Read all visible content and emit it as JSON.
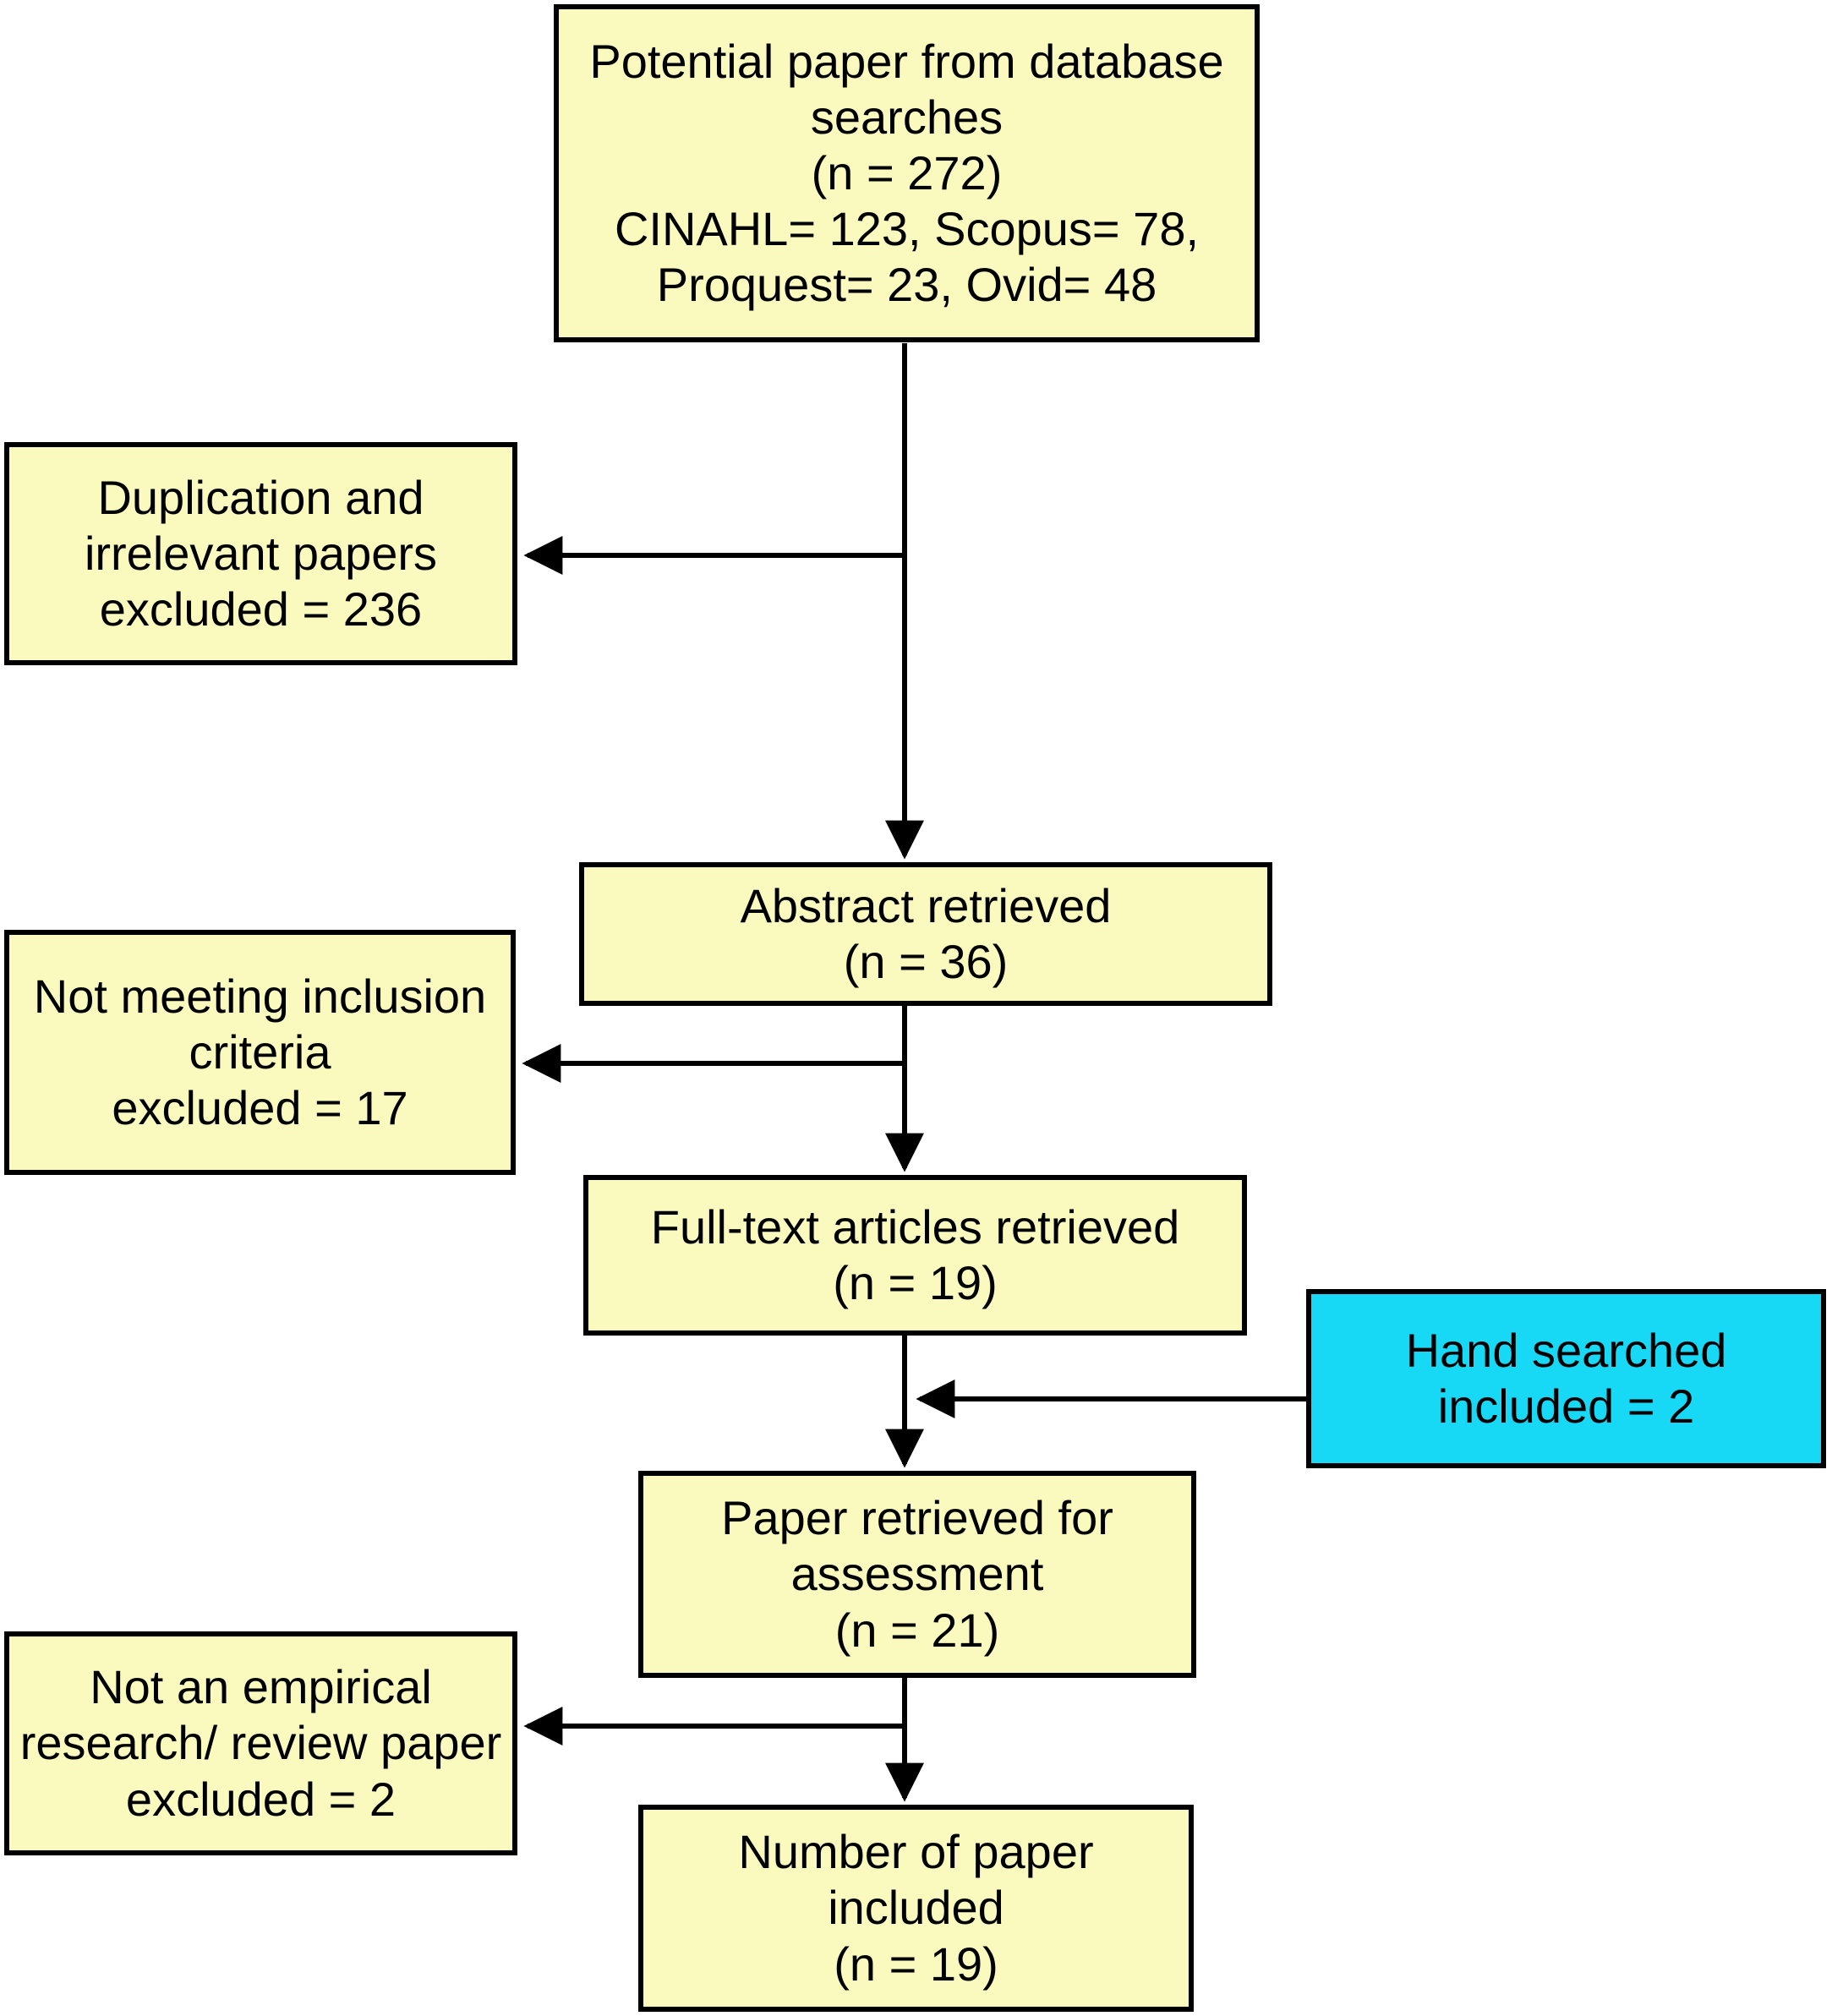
{
  "diagram": {
    "type": "flowchart",
    "description": "Paper selection flow diagram",
    "colors": {
      "yellow": "#faf9be",
      "cyan": "#17d8f5",
      "border": "#000000",
      "arrow": "#000000",
      "background": "#ffffff"
    },
    "nodes": {
      "potential": {
        "fill": "yellow",
        "text": "Potential paper from database\nsearches\n(n = 272)\nCINAHL= 123, Scopus= 78,\nProquest= 23, Ovid= 48"
      },
      "duplication": {
        "fill": "yellow",
        "text": "Duplication and\nirrelevant papers\nexcluded = 236"
      },
      "abstract": {
        "fill": "yellow",
        "text": "Abstract retrieved\n(n = 36)"
      },
      "not_meeting": {
        "fill": "yellow",
        "text": "Not meeting inclusion\ncriteria\nexcluded = 17"
      },
      "full_text": {
        "fill": "yellow",
        "text": "Full-text articles retrieved\n(n = 19)"
      },
      "hand_searched": {
        "fill": "cyan",
        "text": "Hand searched\nincluded = 2"
      },
      "paper_assessment": {
        "fill": "yellow",
        "text": "Paper retrieved for\nassessment\n(n = 21)"
      },
      "not_empirical": {
        "fill": "yellow",
        "text": "Not an empirical\nresearch/ review paper\nexcluded = 2"
      },
      "included": {
        "fill": "yellow",
        "text": "Number of paper\nincluded\n(n = 19)"
      }
    },
    "edges": [
      {
        "from": "potential",
        "to": "abstract"
      },
      {
        "from": "potential",
        "to": "duplication"
      },
      {
        "from": "abstract",
        "to": "full_text"
      },
      {
        "from": "abstract",
        "to": "not_meeting"
      },
      {
        "from": "full_text",
        "to": "paper_assessment"
      },
      {
        "from": "hand_searched",
        "to": "paper_assessment"
      },
      {
        "from": "paper_assessment",
        "to": "included"
      },
      {
        "from": "paper_assessment",
        "to": "not_empirical"
      }
    ]
  }
}
